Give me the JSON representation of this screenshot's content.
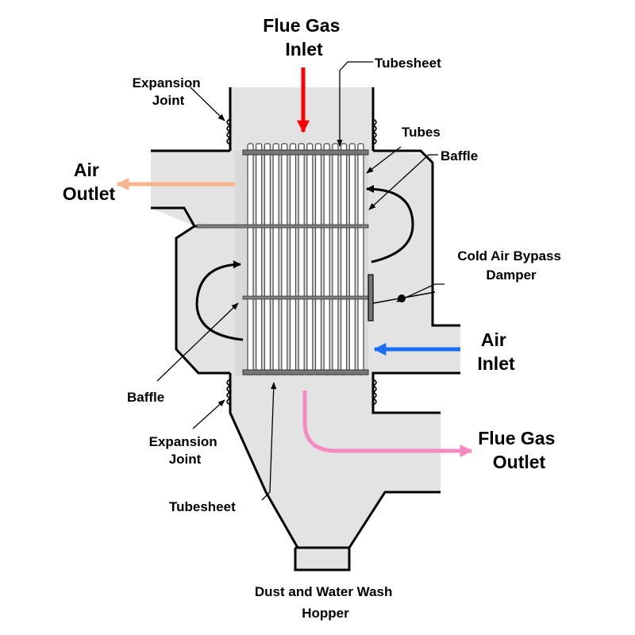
{
  "labels": {
    "flue_gas_inlet": [
      "Flue Gas",
      "Inlet"
    ],
    "tubesheet_top": "Tubesheet",
    "expansion_joint_top": [
      "Expansion",
      "Joint"
    ],
    "tubes": "Tubes",
    "baffle_right": "Baffle",
    "air_outlet": [
      "Air",
      "Outlet"
    ],
    "cold_air_bypass_damper": [
      "Cold Air Bypass",
      "Damper"
    ],
    "air_inlet": [
      "Air",
      "Inlet"
    ],
    "baffle_left": "Baffle",
    "expansion_joint_bottom": [
      "Expansion",
      "Joint"
    ],
    "flue_gas_outlet": [
      "Flue Gas",
      "Outlet"
    ],
    "tubesheet_bottom": "Tubesheet",
    "hopper": [
      "Dust and Water Wash",
      "Hopper"
    ]
  },
  "colors": {
    "flue_gas_inlet_arrow": "#ff0000",
    "air_outlet_arrow": "#f8b48a",
    "air_inlet_arrow": "#1a6ef5",
    "flue_gas_outlet_arrow": "#f58ac0",
    "vessel_fill": "#e3e3e3"
  }
}
